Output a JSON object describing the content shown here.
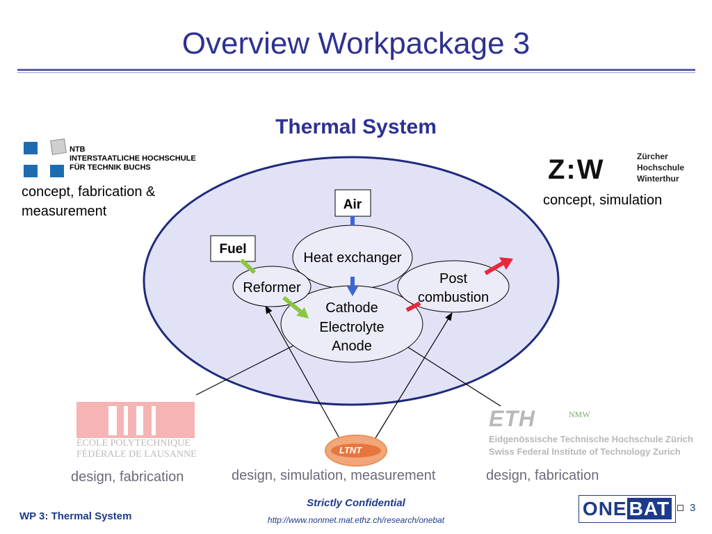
{
  "slide": {
    "title": "Overview Workpackage 3",
    "subtitle": "Thermal System"
  },
  "partners": {
    "ntb": {
      "lines": [
        "NTB",
        "INTERSTAATLICHE HOCHSCHULE",
        "FÜR TECHNIK BUCHS"
      ],
      "role_lines": [
        "concept, fabrication &",
        "measurement"
      ]
    },
    "zhw": {
      "logo": "Z:W",
      "lines": [
        "Zürcher",
        "Hochschule",
        "Winterthur"
      ],
      "role": "concept, simulation"
    },
    "epfl": {
      "lines": [
        "ÉCOLE POLYTECHNIQUE",
        "FÉDÉRALE DE LAUSANNE"
      ],
      "role": "design, fabrication"
    },
    "ltnt": {
      "logo": "LTNT",
      "role": "design, simulation, measurement"
    },
    "eth": {
      "logo": "ETH",
      "tag": "NMW",
      "lines": [
        "Eidgenössische Technische Hochschule Zürich",
        "Swiss Federal Institute of Technology Zurich"
      ],
      "role": "design, fabrication"
    }
  },
  "diagram": {
    "air": "Air",
    "fuel": "Fuel",
    "heat_exchanger": "Heat exchanger",
    "reformer": "Reformer",
    "post_combustion": [
      "Post",
      "combustion"
    ],
    "cell": [
      "Cathode",
      "Electrolyte",
      "Anode"
    ],
    "colors": {
      "system_fill": "#e2e2f6",
      "system_border": "#1d2a7c",
      "air_arrow": "#3a66d8",
      "fuel_arrow": "#8cc63f",
      "exhaust_arrow": "#e8283c"
    }
  },
  "footer": {
    "left": "WP 3: Thermal System",
    "confidential": "Strictly Confidential",
    "url": "http://www.nonmet.mat.ethz.ch/research/onebat",
    "logo_a": "ONE",
    "logo_b": "BAT",
    "page": "3"
  }
}
